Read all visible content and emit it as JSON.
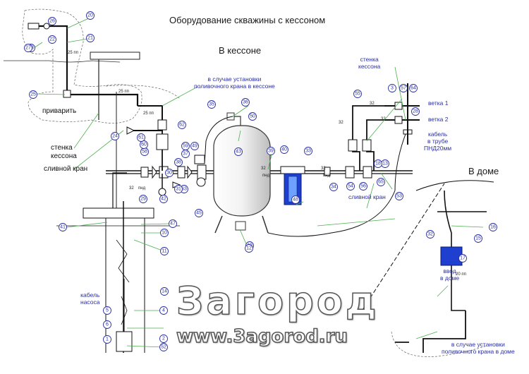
{
  "title": "Оборудование скважины с кессоном",
  "section_caisson": "В кессоне",
  "section_house": "В доме",
  "labels": {
    "weld": "приварить",
    "caisson_wall_left": "стенка\nкессона",
    "drain_valve_left": "сливной кран",
    "irrigation_caisson": "в случае установки\nполивочного крана в кессоне",
    "caisson_wall_right": "стенка\nкессона",
    "branch1": "ветка 1",
    "branch2": "ветка 2",
    "cable_pipe": "кабель\nв трубе\nПНД20мм",
    "drain_valve_right": "сливной кран",
    "pump_cable": "кабель\nнасоса",
    "water_house": "ввод\nв доме",
    "irrigation_house": "в случае установки\nполивочного крана в доме"
  },
  "watermark": {
    "brand": "Загород",
    "url": "www.3agorod.ru"
  },
  "small_text": {
    "p25": "25 пп",
    "p32": "32",
    "pnd": "пнд",
    "p20": "20 пп"
  },
  "callouts": [
    "20",
    "21",
    "22",
    "23",
    "26",
    "27",
    "25",
    "24",
    "58",
    "60",
    "61",
    "62",
    "59",
    "37",
    "38",
    "49",
    "35",
    "36",
    "50",
    "63",
    "43",
    "19",
    "39",
    "40",
    "48",
    "33",
    "34",
    "45",
    "31",
    "42",
    "41",
    "47",
    "10",
    "11",
    "12",
    "13",
    "65",
    "56",
    "55",
    "54",
    "53",
    "57",
    "64",
    "28",
    "3",
    "18",
    "29",
    "30",
    "14",
    "4",
    "5",
    "6",
    "2",
    "1",
    "52",
    "32",
    "17",
    "15",
    "16"
  ],
  "colors": {
    "line": "#1a1a1a",
    "callout": "#2a2fa0",
    "leader": "#4caf50",
    "filter": "#1e3fd0",
    "tank": "#555555"
  }
}
